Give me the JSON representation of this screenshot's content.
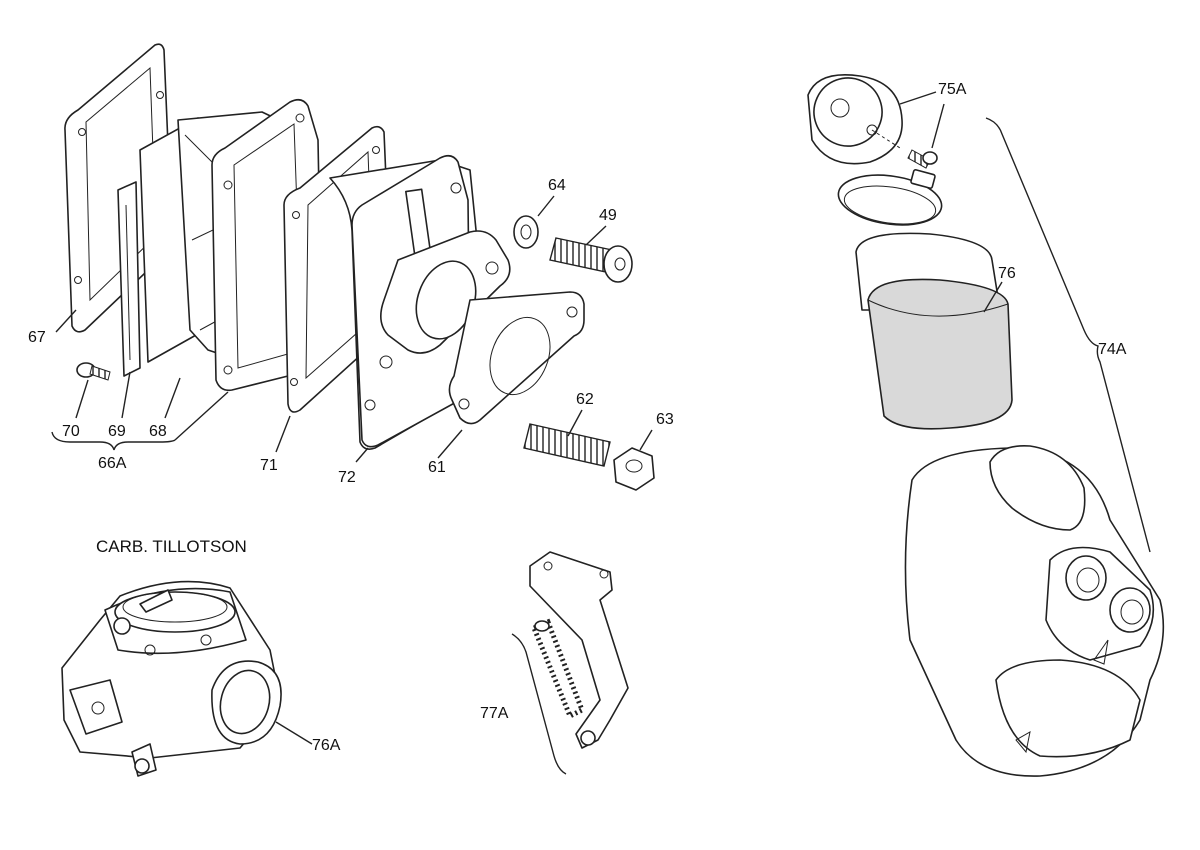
{
  "section_title": "CARB. TILLOTSON",
  "labels": {
    "p64": "64",
    "p49": "49",
    "p67": "67",
    "p70": "70",
    "p69": "69",
    "p68": "68",
    "p66A": "66A",
    "p71": "71",
    "p72": "72",
    "p61": "61",
    "p62": "62",
    "p63": "63",
    "p75A": "75A",
    "p76": "76",
    "p74A": "74A",
    "p76A": "76A",
    "p77A": "77A"
  }
}
